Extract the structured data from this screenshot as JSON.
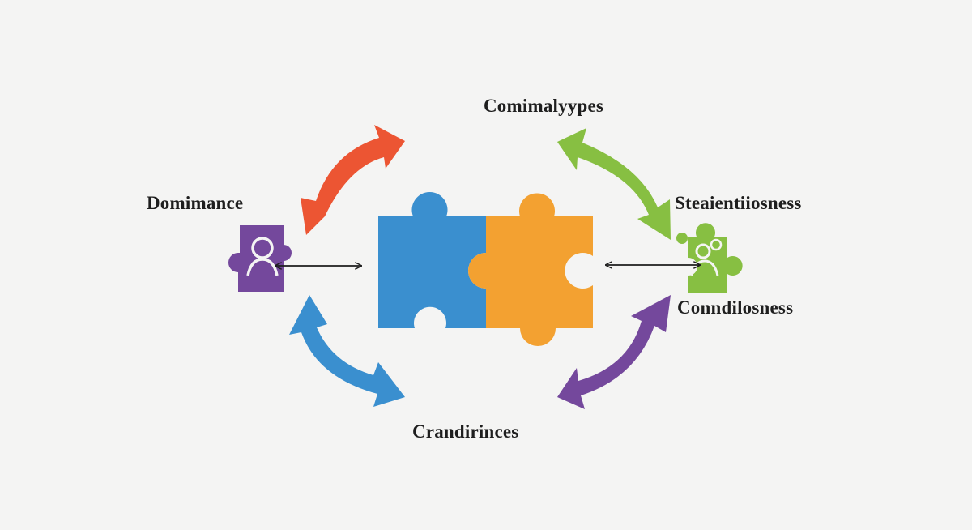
{
  "labels": {
    "top": "Comimalyypes",
    "left": "Domimance",
    "right_upper": "Steaientiiosness",
    "right_lower": "Conndilosness",
    "bottom": "Crandirinces"
  },
  "colors": {
    "background": "#f4f4f3",
    "blue": "#3a8fcf",
    "orange": "#f3a131",
    "red": "#ec5533",
    "green": "#87bf42",
    "purple": "#74489c",
    "connector": "#1e1e1e",
    "text": "#1e1e1e"
  },
  "icons": {
    "center": "puzzle-pieces-interlocked",
    "left": "puzzle-piece-person-icon",
    "right": "puzzle-piece-people-icon"
  }
}
